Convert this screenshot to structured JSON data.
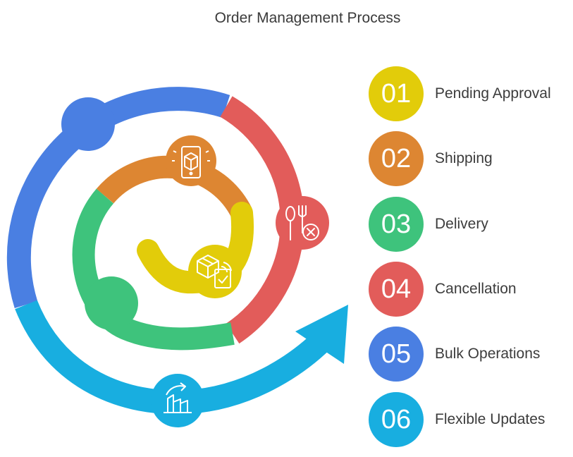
{
  "title": "Order Management Process",
  "steps": [
    {
      "num": "01",
      "label": "Pending Approval",
      "color": "#E2CC0A"
    },
    {
      "num": "02",
      "label": "Shipping",
      "color": "#DD8632"
    },
    {
      "num": "03",
      "label": "Delivery",
      "color": "#3EC37C"
    },
    {
      "num": "04",
      "label": "Cancellation",
      "color": "#E25C5A"
    },
    {
      "num": "05",
      "label": "Bulk Operations",
      "color": "#4A7FE2"
    },
    {
      "num": "06",
      "label": "Flexible Updates",
      "color": "#18AEE0"
    }
  ],
  "icons": {
    "pending": "package-phone-icon",
    "shipping": "package-clipboard-icon",
    "cancellation": "fork-knife-cancel-icon",
    "flexible": "refresh-building-icon"
  }
}
